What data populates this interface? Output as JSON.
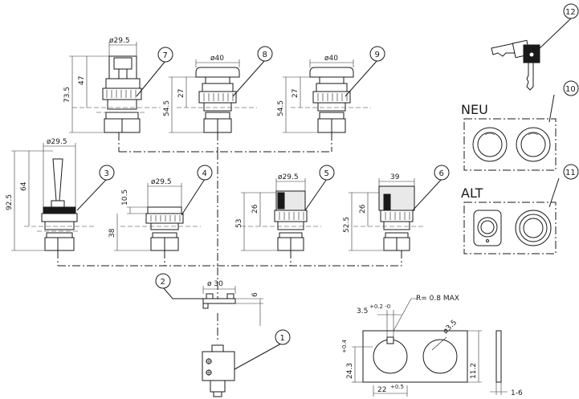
{
  "callouts": [
    "1",
    "2",
    "3",
    "4",
    "5",
    "6",
    "7",
    "8",
    "9",
    "10",
    "11",
    "12"
  ],
  "labels": {
    "neu": "NEU",
    "alt": "ALT"
  },
  "dims": {
    "d_7_width": "ø29.5",
    "d_7_h1": "73.5",
    "d_7_h2": "47",
    "d_8_width": "ø40",
    "d_8_h1": "54.5",
    "d_8_h2": "27",
    "d_9_width": "ø40",
    "d_9_h1": "54.5",
    "d_9_h2": "27",
    "d_3_width": "ø29.5",
    "d_3_h1": "92.5",
    "d_3_h2": "64",
    "d_4_width": "ø29.5",
    "d_4_h1": "10.5",
    "d_4_h2": "38",
    "d_5_width": "ø29.5",
    "d_5_h1": "26",
    "d_5_h2": "53",
    "d_6_width": "39",
    "d_6_h1": "26",
    "d_6_h2": "52.5",
    "d_2_width": "ø 30",
    "d_2_h": "6",
    "d_r": "R= 0.8 MAX",
    "d_35": "3.5",
    "d_35_tol": "+0.2 -0",
    "d_32": "ø3.5",
    "d_243": "24.3",
    "d_243_tol": "+0.4",
    "d_22": "22",
    "d_22_tol": "+0.5",
    "d_112": "11.2",
    "d_16": "1-6"
  }
}
